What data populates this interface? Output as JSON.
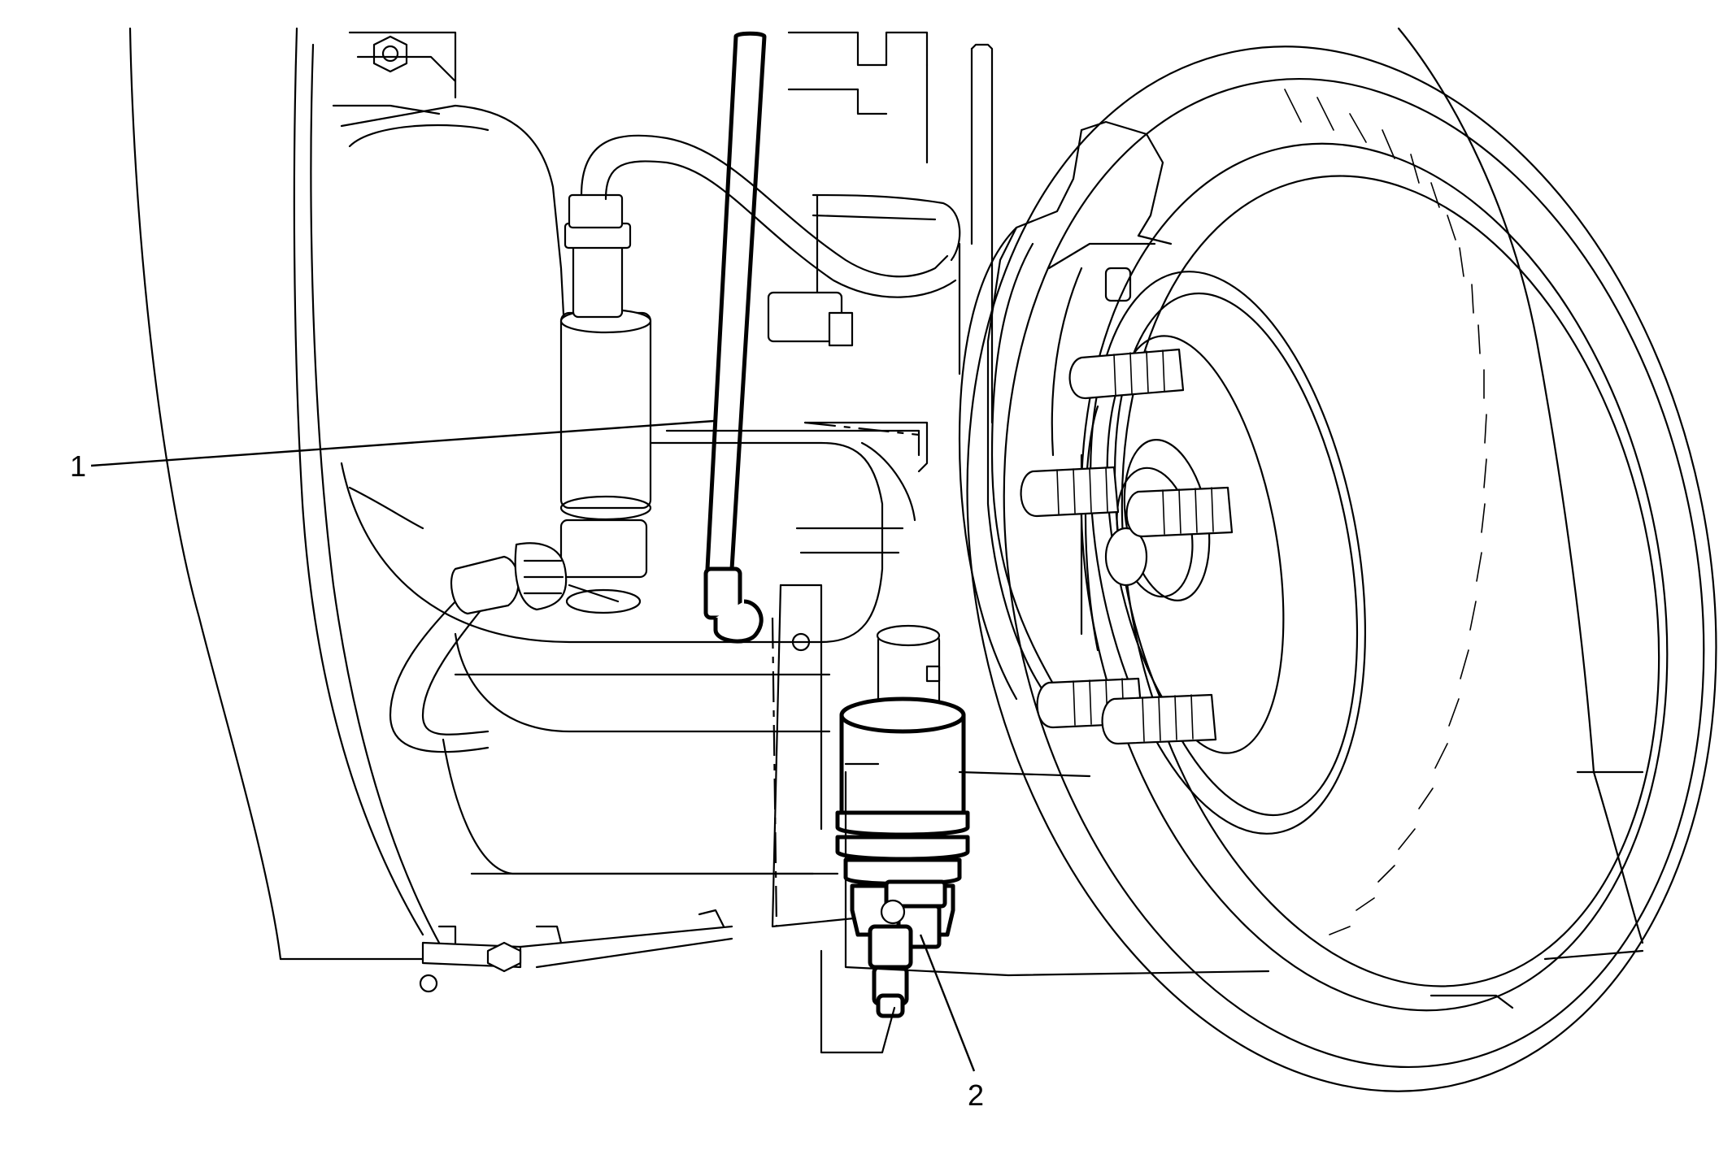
{
  "callouts": {
    "c1": "1",
    "c2": "2"
  },
  "icons": [
    "washer-reservoir",
    "washer-pump",
    "brake-rotor",
    "brake-caliper",
    "wheel-hub",
    "fender-liner"
  ]
}
